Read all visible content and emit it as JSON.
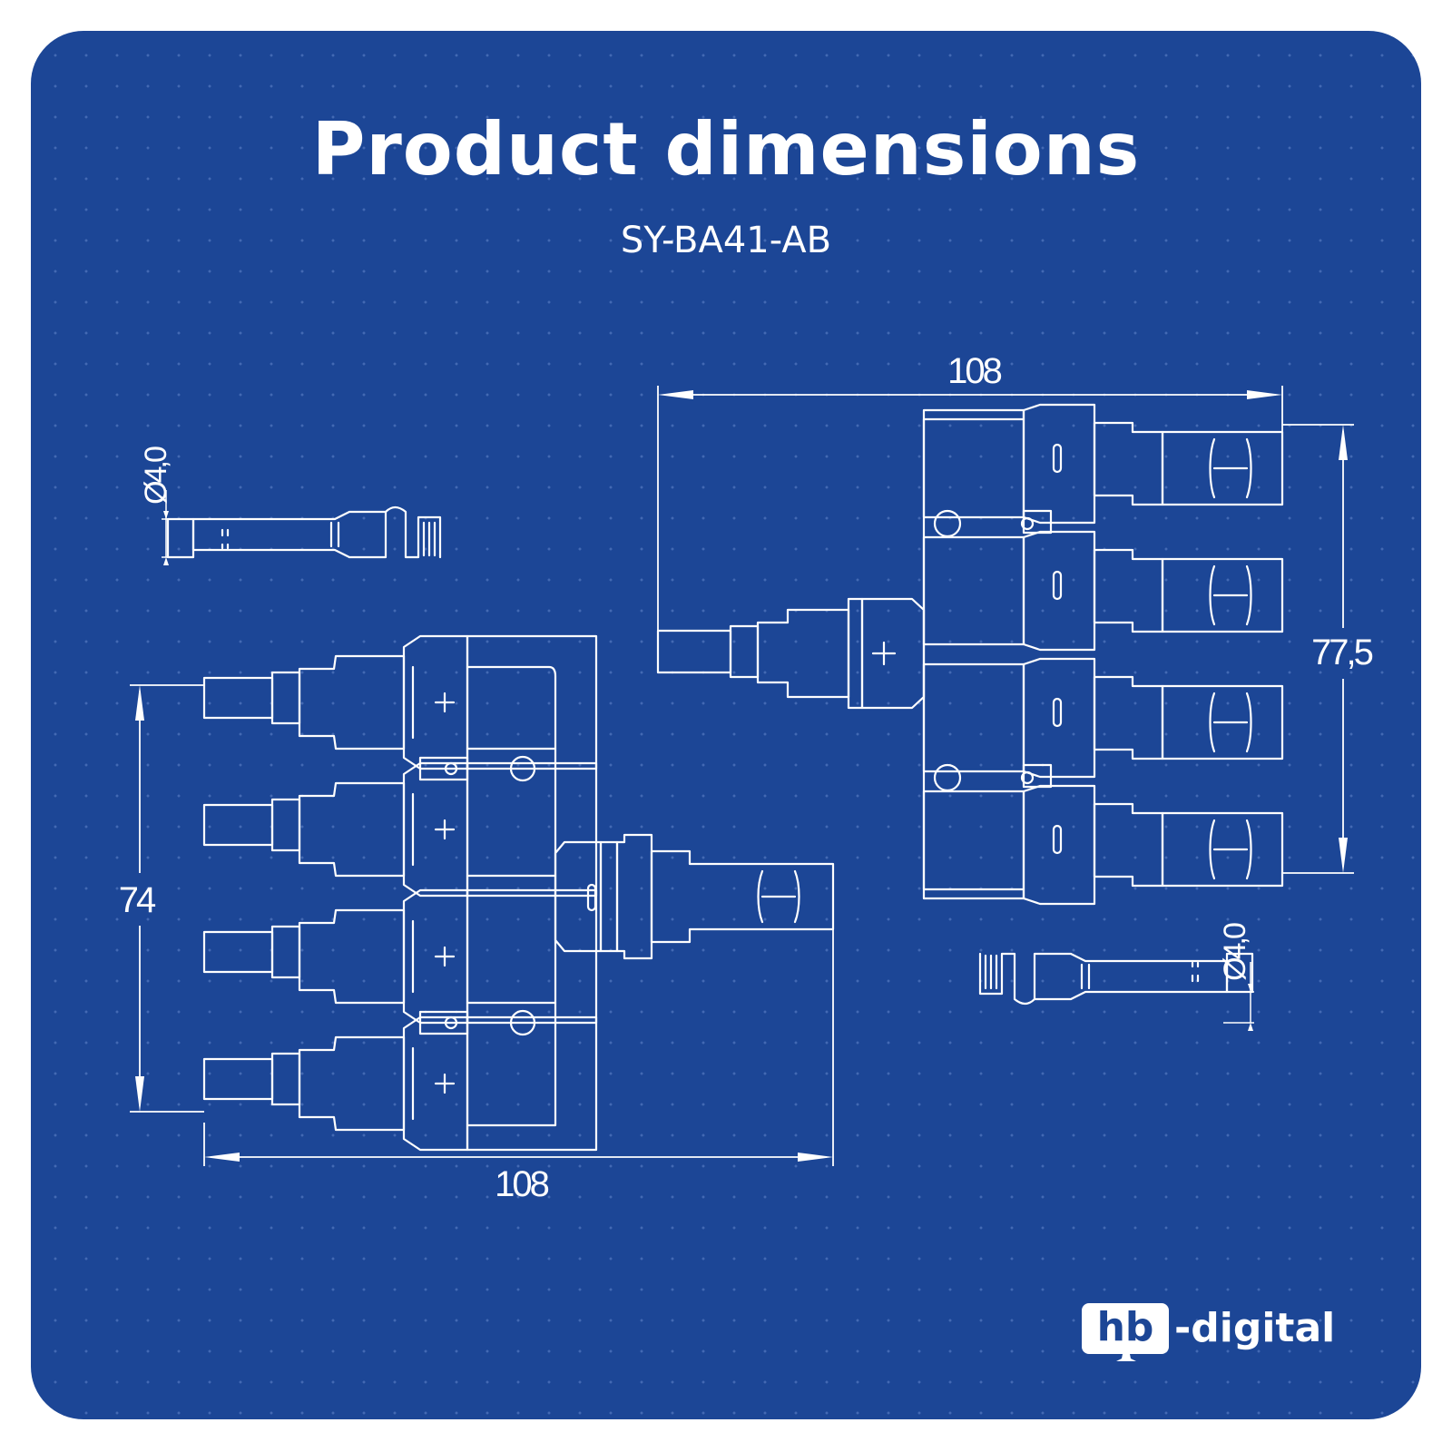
{
  "header": {
    "title": "Product dimensions",
    "model": "SY-BA41-AB"
  },
  "dimensions": {
    "left_width": "108",
    "left_height": "74",
    "right_width": "108",
    "right_height": "77,5",
    "pin_left_diameter": "Ø4,0",
    "pin_right_diameter": "Ø4,0"
  },
  "logo": {
    "mark": "hb",
    "text": "-digital"
  },
  "colors": {
    "background": "#1c4696",
    "line": "#ffffff"
  }
}
